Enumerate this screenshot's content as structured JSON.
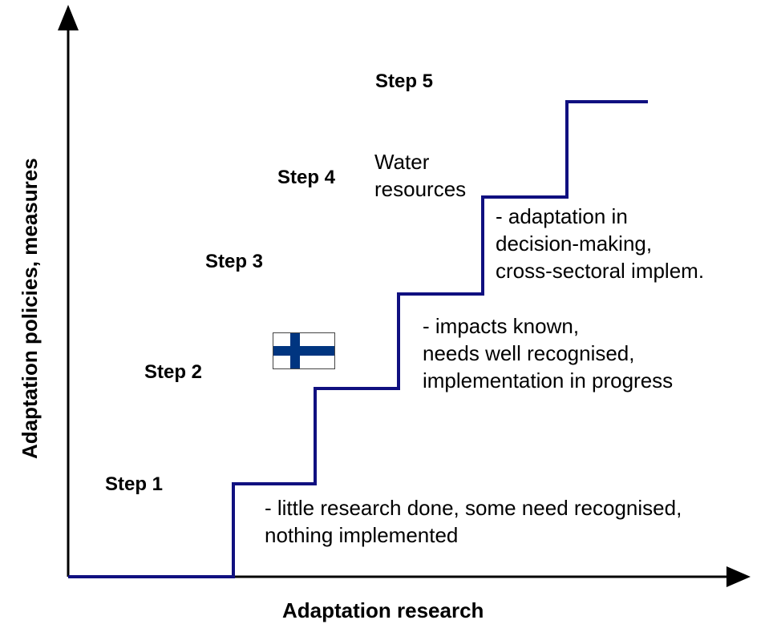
{
  "axes": {
    "x_label": "Adaptation research",
    "y_label": "Adaptation policies, measures"
  },
  "steps": [
    "Step 1",
    "Step 2",
    "Step 3",
    "Step 4",
    "Step 5"
  ],
  "notes": {
    "step1": [
      "- little research done, some need recognised,",
      "nothing implemented"
    ],
    "step2": [
      "- impacts known,",
      "needs well recognised,",
      "implementation in progress"
    ],
    "step3": [
      "- adaptation in",
      "decision-making,",
      "cross-sectoral implem."
    ],
    "step4": [
      "Water",
      "resources"
    ]
  },
  "flag": {
    "name": "finland-flag",
    "cross_color": "#003580",
    "field_color": "#ffffff"
  },
  "colors": {
    "staircase": "#101080",
    "axes": "#000000"
  }
}
